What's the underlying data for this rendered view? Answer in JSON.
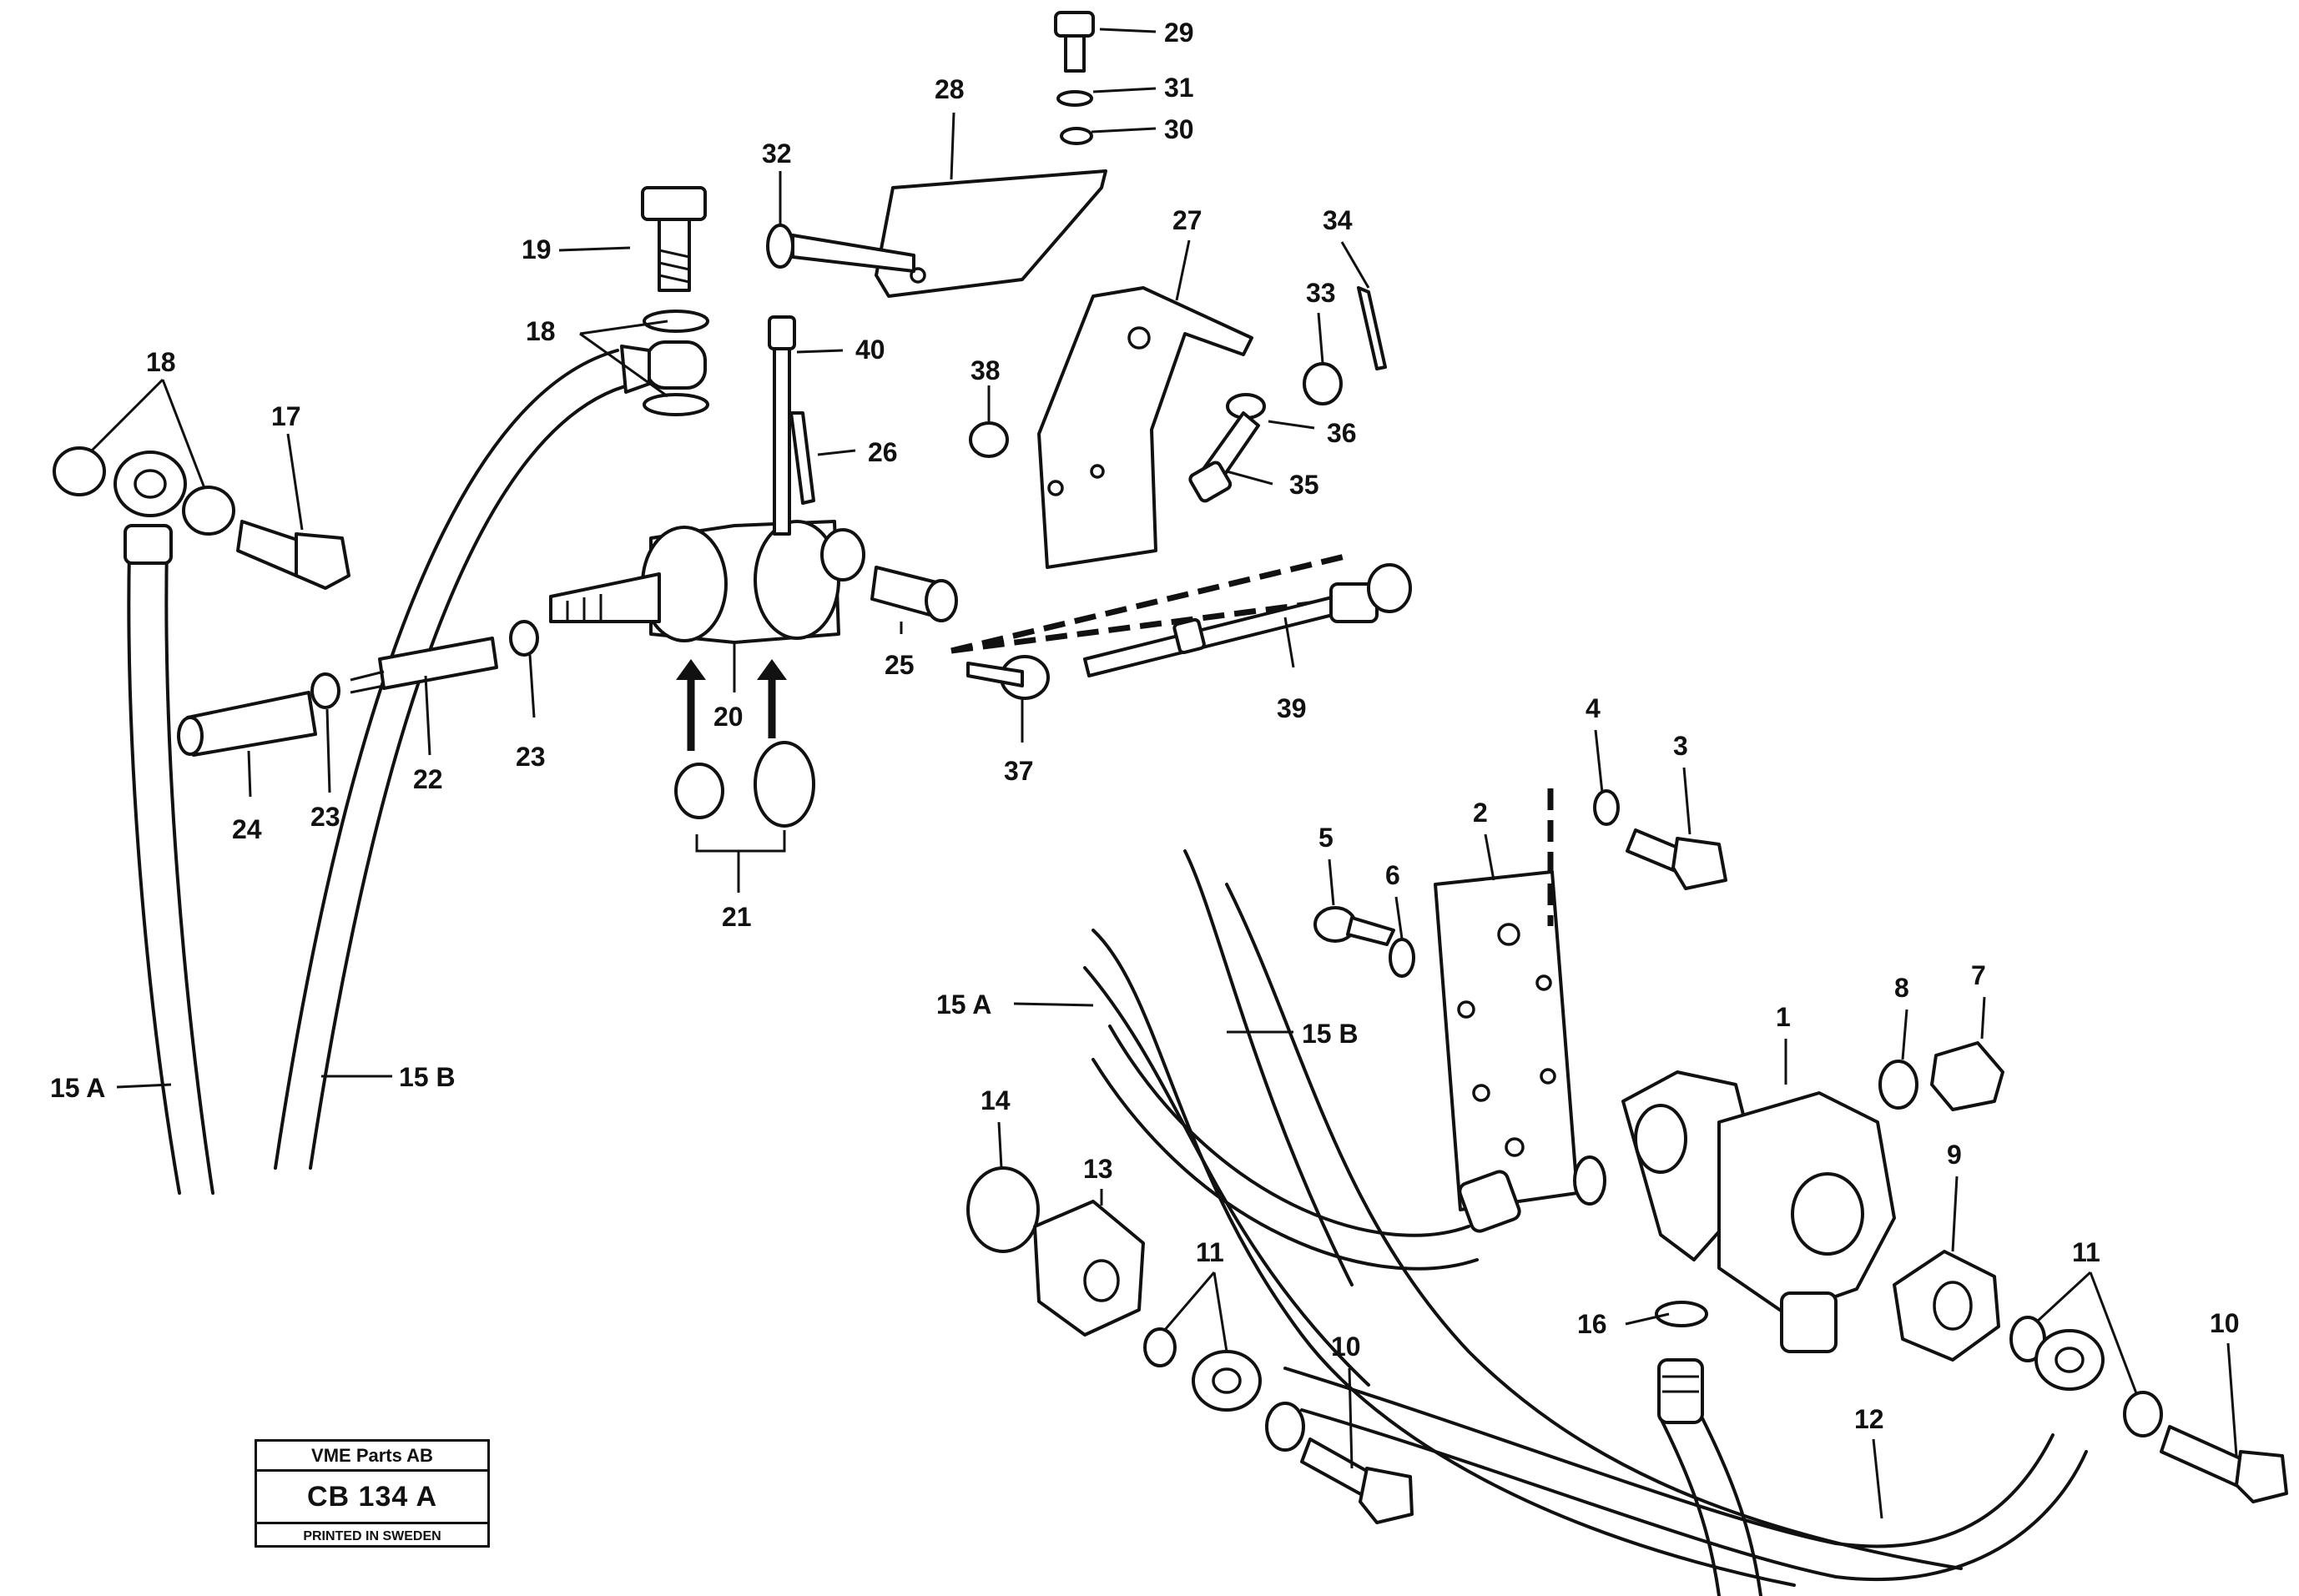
{
  "title_block": {
    "company": "VME Parts AB",
    "code": "CB 134 A",
    "footer": "PRINTED IN SWEDEN"
  },
  "callouts": [
    {
      "id": "c29",
      "text": "29"
    },
    {
      "id": "c31",
      "text": "31"
    },
    {
      "id": "c30",
      "text": "30"
    },
    {
      "id": "c28",
      "text": "28"
    },
    {
      "id": "c32",
      "text": "32"
    },
    {
      "id": "c27",
      "text": "27"
    },
    {
      "id": "c34",
      "text": "34"
    },
    {
      "id": "c33",
      "text": "33"
    },
    {
      "id": "c19",
      "text": "19"
    },
    {
      "id": "c18a",
      "text": "18"
    },
    {
      "id": "c40",
      "text": "40"
    },
    {
      "id": "c38",
      "text": "38"
    },
    {
      "id": "c36",
      "text": "36"
    },
    {
      "id": "c18b",
      "text": "18"
    },
    {
      "id": "c17",
      "text": "17"
    },
    {
      "id": "c26",
      "text": "26"
    },
    {
      "id": "c35",
      "text": "35"
    },
    {
      "id": "c25",
      "text": "25"
    },
    {
      "id": "c20",
      "text": "20"
    },
    {
      "id": "c39",
      "text": "39"
    },
    {
      "id": "c22",
      "text": "22"
    },
    {
      "id": "c23a",
      "text": "23"
    },
    {
      "id": "c37",
      "text": "37"
    },
    {
      "id": "c24",
      "text": "24"
    },
    {
      "id": "c23b",
      "text": "23"
    },
    {
      "id": "c4",
      "text": "4"
    },
    {
      "id": "c3",
      "text": "3"
    },
    {
      "id": "c2",
      "text": "2"
    },
    {
      "id": "c5",
      "text": "5"
    },
    {
      "id": "c6",
      "text": "6"
    },
    {
      "id": "c21",
      "text": "21"
    },
    {
      "id": "c15A_mid",
      "text": "15 A"
    },
    {
      "id": "c15B_mid",
      "text": "15 B"
    },
    {
      "id": "c7",
      "text": "7"
    },
    {
      "id": "c8",
      "text": "8"
    },
    {
      "id": "c1",
      "text": "1"
    },
    {
      "id": "c15A_left",
      "text": "15 A"
    },
    {
      "id": "c15B_left",
      "text": "15 B"
    },
    {
      "id": "c14",
      "text": "14"
    },
    {
      "id": "c9",
      "text": "9"
    },
    {
      "id": "c13",
      "text": "13"
    },
    {
      "id": "c11a",
      "text": "11"
    },
    {
      "id": "c11b",
      "text": "11"
    },
    {
      "id": "c16",
      "text": "16"
    },
    {
      "id": "c10a",
      "text": "10"
    },
    {
      "id": "c10b",
      "text": "10"
    },
    {
      "id": "c12",
      "text": "12"
    }
  ]
}
